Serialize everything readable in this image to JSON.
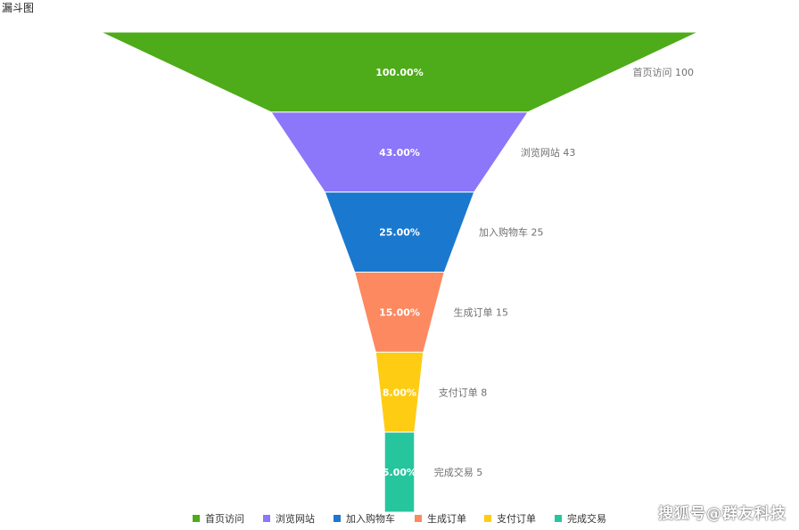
{
  "page": {
    "title": "漏斗图"
  },
  "watermark": "搜狐号@群友科技",
  "chart_data": {
    "type": "funnel",
    "categories": [
      "首页访问",
      "浏览网站",
      "加入购物车",
      "生成订单",
      "支付订单",
      "完成交易"
    ],
    "values": [
      100,
      43,
      25,
      15,
      8,
      5
    ],
    "percent_labels": [
      "100.00%",
      "43.00%",
      "25.00%",
      "15.00%",
      "8.00%",
      "5.00%"
    ],
    "side_labels": [
      "首页访问 100",
      "浏览网站 43",
      "加入购物车 25",
      "生成订单 15",
      "支付订单 8",
      "完成交易 5"
    ],
    "colors": [
      "#4eab1a",
      "#8c76fa",
      "#1a78cf",
      "#fc8960",
      "#ffcc14",
      "#27c59e"
    ],
    "legend": {
      "position": "bottom",
      "items": [
        "首页访问",
        "浏览网站",
        "加入购物车",
        "生成订单",
        "支付订单",
        "完成交易"
      ]
    }
  }
}
